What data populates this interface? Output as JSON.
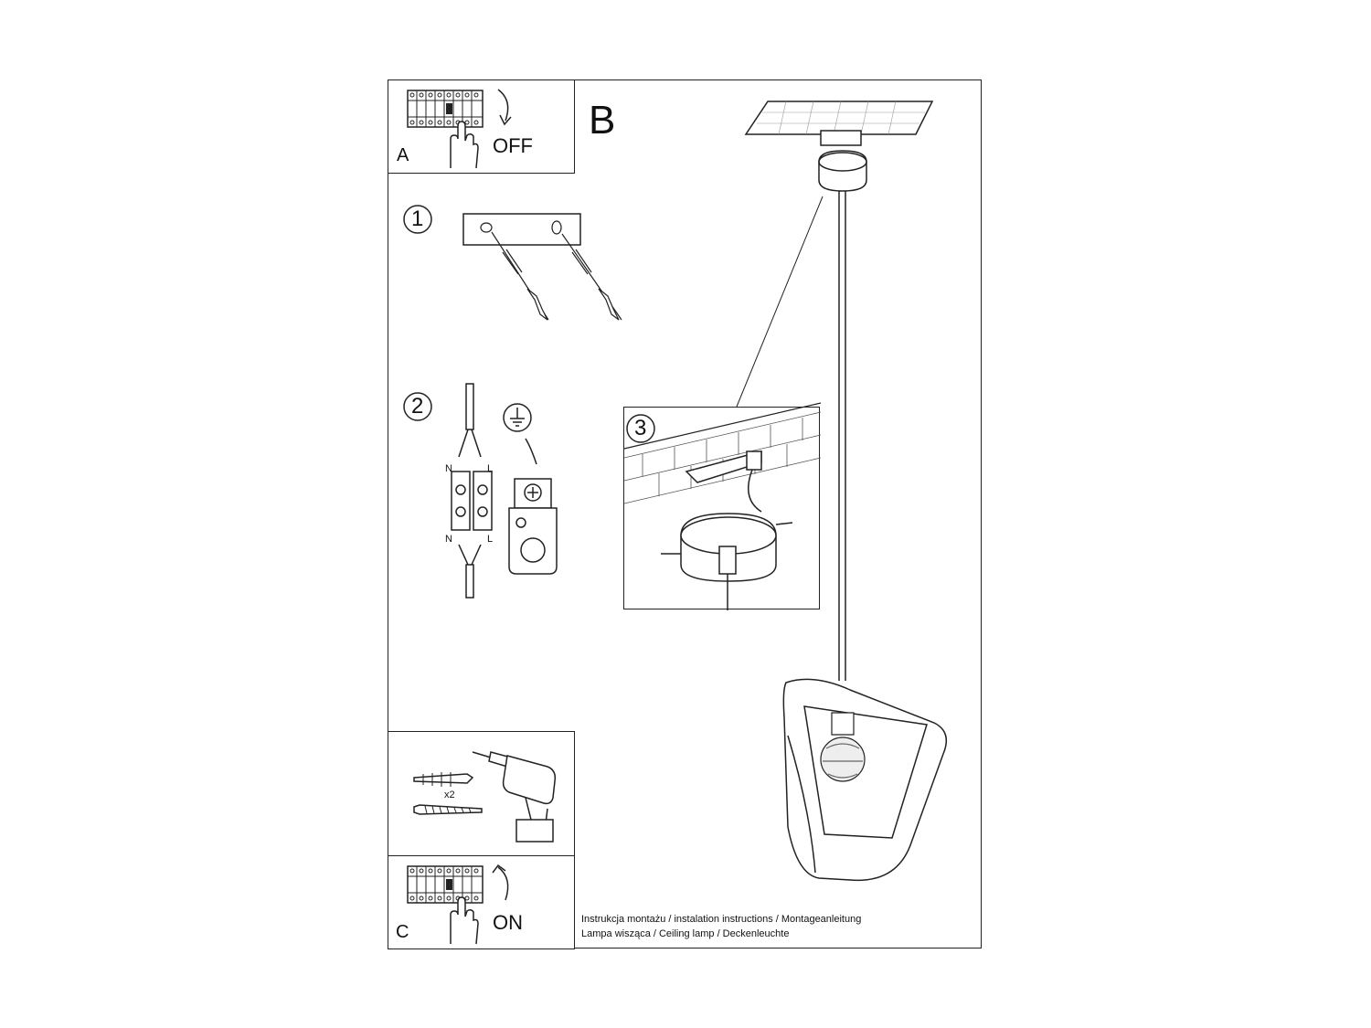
{
  "panels": {
    "a": {
      "letter": "A",
      "switch_state": "OFF"
    },
    "b": {
      "letter": "B"
    },
    "c": {
      "letter": "C",
      "switch_state": "ON"
    }
  },
  "steps": {
    "one": "1",
    "two": "2",
    "three": "3"
  },
  "wiring": {
    "neutral_top": "N",
    "live_top": "L",
    "neutral_bottom": "N",
    "live_bottom": "L"
  },
  "tools": {
    "quantity": "x2"
  },
  "footer": {
    "line1": "Instrukcja montażu / instalation instructions / Montageanleitung",
    "line2": "Lampa wisząca / Ceiling lamp  / Deckenleuchte"
  },
  "icons": [
    "breaker-icon",
    "hand-icon",
    "arrow-down-icon",
    "arrow-up-icon",
    "ground-symbol-icon",
    "drill-icon",
    "wall-plug-icon",
    "screw-icon",
    "bulb-icon"
  ]
}
